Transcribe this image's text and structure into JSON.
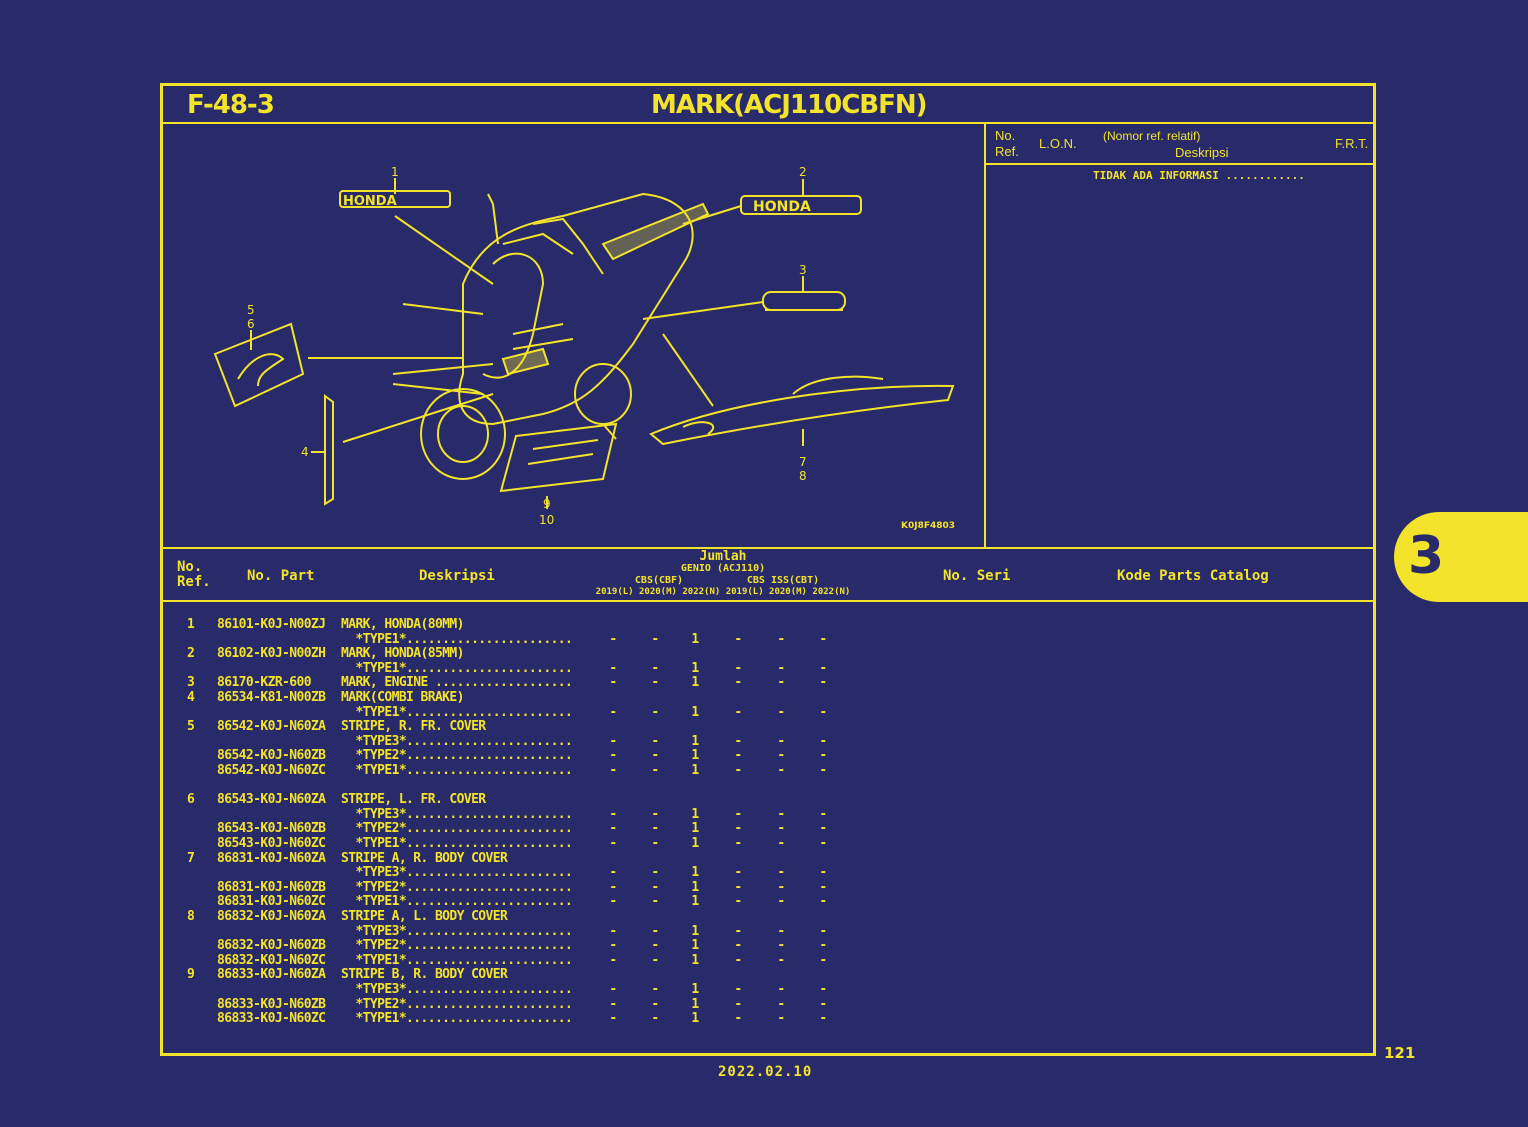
{
  "header": {
    "code": "F-48-3",
    "title": "MARK(ACJ110CBFN)"
  },
  "side_panel": {
    "col_ref": "No. Ref.",
    "col_lon": "L.O.N.",
    "col_desc_top": "(Nomor ref. relatif)",
    "col_desc": "Deskripsi",
    "col_frt": "F.R.T.",
    "note": "TIDAK ADA INFORMASI ............"
  },
  "diagram": {
    "code": "K0J8F4803",
    "callouts": [
      "1",
      "2",
      "3",
      "4",
      "5",
      "6",
      "7",
      "8",
      "9",
      "10"
    ],
    "brand_text": "HONDA",
    "brand_icon": "honda-wordmark-icon",
    "scooter_icon": "scooter-illustration-icon",
    "esp_icon": "esp-emblem-icon",
    "stripe_icon": "stripe-decal-icon"
  },
  "table": {
    "headers": {
      "ref": "No. Ref.",
      "part": "No. Part",
      "desc": "Deskripsi",
      "qty": "Jumlah",
      "model": "GENIO (ACJ110)",
      "cbs": "CBS(CBF)",
      "cbs_iss": "CBS ISS(CBT)",
      "years": "2019(L) 2020(M) 2022(N) 2019(L) 2020(M) 2022(N)",
      "serial": "No. Seri",
      "catalog": "Kode Parts Catalog"
    },
    "rows": [
      {
        "ref": "1",
        "part": "86101-K0J-N00ZJ",
        "desc": "MARK, HONDA(80MM)",
        "qty": [
          "",
          "",
          "",
          "",
          "",
          ""
        ]
      },
      {
        "ref": "",
        "part": "",
        "desc": "  *TYPE1*.......................",
        "qty": [
          "-",
          "-",
          "1",
          "-",
          "-",
          "-"
        ]
      },
      {
        "ref": "2",
        "part": "86102-K0J-N00ZH",
        "desc": "MARK, HONDA(85MM)",
        "qty": [
          "",
          "",
          "",
          "",
          "",
          ""
        ]
      },
      {
        "ref": "",
        "part": "",
        "desc": "  *TYPE1*.......................",
        "qty": [
          "-",
          "-",
          "1",
          "-",
          "-",
          "-"
        ]
      },
      {
        "ref": "3",
        "part": "86170-KZR-600",
        "desc": "MARK, ENGINE ...................",
        "qty": [
          "-",
          "-",
          "1",
          "-",
          "-",
          "-"
        ]
      },
      {
        "ref": "4",
        "part": "86534-K81-N00ZB",
        "desc": "MARK(COMBI BRAKE)",
        "qty": [
          "",
          "",
          "",
          "",
          "",
          ""
        ]
      },
      {
        "ref": "",
        "part": "",
        "desc": "  *TYPE1*.......................",
        "qty": [
          "-",
          "-",
          "1",
          "-",
          "-",
          "-"
        ]
      },
      {
        "ref": "5",
        "part": "86542-K0J-N60ZA",
        "desc": "STRIPE, R. FR. COVER",
        "qty": [
          "",
          "",
          "",
          "",
          "",
          ""
        ]
      },
      {
        "ref": "",
        "part": "",
        "desc": "  *TYPE3*.......................",
        "qty": [
          "-",
          "-",
          "1",
          "-",
          "-",
          "-"
        ]
      },
      {
        "ref": "",
        "part": "86542-K0J-N60ZB",
        "desc": "  *TYPE2*.......................",
        "qty": [
          "-",
          "-",
          "1",
          "-",
          "-",
          "-"
        ]
      },
      {
        "ref": "",
        "part": "86542-K0J-N60ZC",
        "desc": "  *TYPE1*.......................",
        "qty": [
          "-",
          "-",
          "1",
          "-",
          "-",
          "-"
        ]
      },
      {
        "ref": "",
        "part": "",
        "desc": "",
        "qty": [
          "",
          "",
          "",
          "",
          "",
          ""
        ]
      },
      {
        "ref": "6",
        "part": "86543-K0J-N60ZA",
        "desc": "STRIPE, L. FR. COVER",
        "qty": [
          "",
          "",
          "",
          "",
          "",
          ""
        ]
      },
      {
        "ref": "",
        "part": "",
        "desc": "  *TYPE3*.......................",
        "qty": [
          "-",
          "-",
          "1",
          "-",
          "-",
          "-"
        ]
      },
      {
        "ref": "",
        "part": "86543-K0J-N60ZB",
        "desc": "  *TYPE2*.......................",
        "qty": [
          "-",
          "-",
          "1",
          "-",
          "-",
          "-"
        ]
      },
      {
        "ref": "",
        "part": "86543-K0J-N60ZC",
        "desc": "  *TYPE1*.......................",
        "qty": [
          "-",
          "-",
          "1",
          "-",
          "-",
          "-"
        ]
      },
      {
        "ref": "7",
        "part": "86831-K0J-N60ZA",
        "desc": "STRIPE A, R. BODY COVER",
        "qty": [
          "",
          "",
          "",
          "",
          "",
          ""
        ]
      },
      {
        "ref": "",
        "part": "",
        "desc": "  *TYPE3*.......................",
        "qty": [
          "-",
          "-",
          "1",
          "-",
          "-",
          "-"
        ]
      },
      {
        "ref": "",
        "part": "86831-K0J-N60ZB",
        "desc": "  *TYPE2*.......................",
        "qty": [
          "-",
          "-",
          "1",
          "-",
          "-",
          "-"
        ]
      },
      {
        "ref": "",
        "part": "86831-K0J-N60ZC",
        "desc": "  *TYPE1*.......................",
        "qty": [
          "-",
          "-",
          "1",
          "-",
          "-",
          "-"
        ]
      },
      {
        "ref": "8",
        "part": "86832-K0J-N60ZA",
        "desc": "STRIPE A, L. BODY COVER",
        "qty": [
          "",
          "",
          "",
          "",
          "",
          ""
        ]
      },
      {
        "ref": "",
        "part": "",
        "desc": "  *TYPE3*.......................",
        "qty": [
          "-",
          "-",
          "1",
          "-",
          "-",
          "-"
        ]
      },
      {
        "ref": "",
        "part": "86832-K0J-N60ZB",
        "desc": "  *TYPE2*.......................",
        "qty": [
          "-",
          "-",
          "1",
          "-",
          "-",
          "-"
        ]
      },
      {
        "ref": "",
        "part": "86832-K0J-N60ZC",
        "desc": "  *TYPE1*.......................",
        "qty": [
          "-",
          "-",
          "1",
          "-",
          "-",
          "-"
        ]
      },
      {
        "ref": "9",
        "part": "86833-K0J-N60ZA",
        "desc": "STRIPE B, R. BODY COVER",
        "qty": [
          "",
          "",
          "",
          "",
          "",
          ""
        ]
      },
      {
        "ref": "",
        "part": "",
        "desc": "  *TYPE3*.......................",
        "qty": [
          "-",
          "-",
          "1",
          "-",
          "-",
          "-"
        ]
      },
      {
        "ref": "",
        "part": "86833-K0J-N60ZB",
        "desc": "  *TYPE2*.......................",
        "qty": [
          "-",
          "-",
          "1",
          "-",
          "-",
          "-"
        ]
      },
      {
        "ref": "",
        "part": "86833-K0J-N60ZC",
        "desc": "  *TYPE1*.......................",
        "qty": [
          "-",
          "-",
          "1",
          "-",
          "-",
          "-"
        ]
      }
    ]
  },
  "section_tab": "3",
  "page_number": "121",
  "date": "2022.02.10",
  "colors": {
    "background": "#282a69",
    "accent": "#f3e32a"
  }
}
